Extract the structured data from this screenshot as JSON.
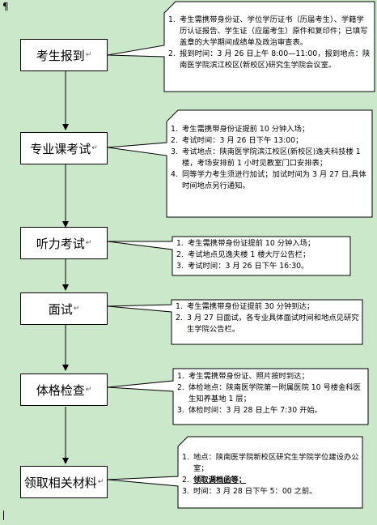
{
  "corner_mark": "¶",
  "steps": [
    {
      "label": "考生报到"
    },
    {
      "label": "专业课考试"
    },
    {
      "label": "听力考试"
    },
    {
      "label": "面试"
    },
    {
      "label": "体格检查"
    },
    {
      "label": "领取相关材料"
    }
  ],
  "return_mark": "↵",
  "notes": {
    "checkin": [
      "考生需携带身份证、学位学历证书（历届考生）、学籍学历认证报告、学生证（应届考生）原件和复印件；已填写盖章的大学期间成绩单及政治审查表。",
      "报到时间：3 月 26 日上午 8:00—11:00，报到地点：陕南医学院滨江校区(新校区)研究生学院会议室。"
    ],
    "exam": [
      "考生需携带身份证提前 10 分钟入场；",
      "考试时间：3 月 26 日下午 13:00；",
      "考试地点：陕南医学院滨江校区(新校区)逸夫科技楼 1 楼，考场安排前 1 小时见教室门口安排表；",
      "同等学力考生须进行加试；加试时间为 3 月 27 日,具体时间地点另行通知。"
    ],
    "listening": [
      "考生需携带身份证提前 10 分钟入场；",
      "考试地点见逸夫楼 1 楼大厅公告栏；",
      "考试时间：3 月 26 日下午 16:30。"
    ],
    "interview": [
      "考生需携带身份证提前 30 分钟到达；",
      "3 月 27 日面试，各专业具体面试时间和地点见研究生学院公告栏。"
    ],
    "physical": [
      "考生需携带身份证、照片按时到达；",
      "体检地点：陕南医学院第一附属医院 10 号楼金科医生知养基地 1 层；",
      "体检时间：3 月 28 日上午 7:30 开始。"
    ],
    "materials": [
      "地点：陕南医学院新校区研究生学院学位建设办公室；",
      "领取调档函等；",
      "时间：3 月 28 日下午 5：00 之前。"
    ]
  }
}
